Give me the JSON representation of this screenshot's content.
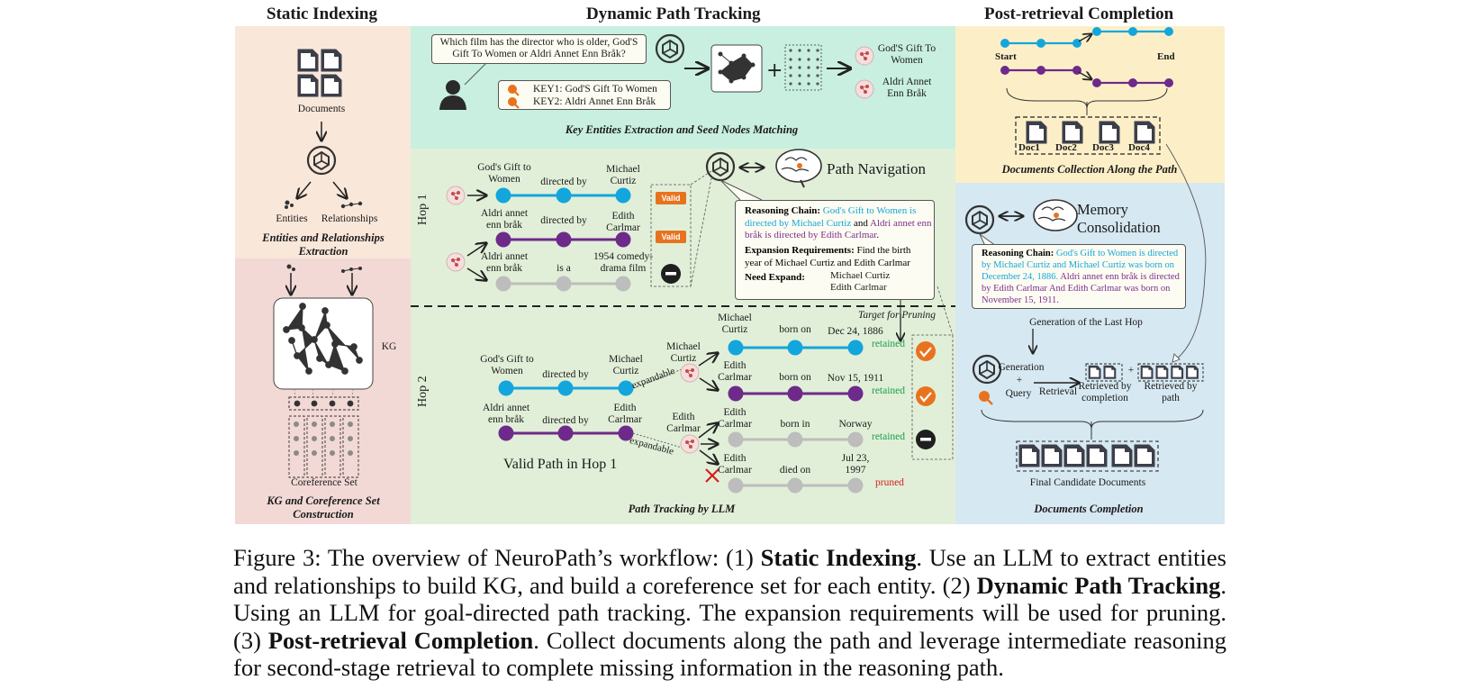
{
  "titles": {
    "static": "Static Indexing",
    "dynamic": "Dynamic Path Tracking",
    "post": "Post-retrieval Completion"
  },
  "static": {
    "documents": "Documents",
    "entities": "Entities",
    "relationships": "Relationships",
    "cap1": "Entities and Relationships Extraction",
    "kg": "KG",
    "coref": "Coreference Set",
    "cap2": "KG and Coreference Set Construction"
  },
  "dynamic": {
    "question": "Which film has the director who is older, God'S Gift To Women or Aldri Annet Enn Bråk?",
    "key1": "KEY1: God'S Gift To Women",
    "key2": "KEY2: Aldri Annet Enn Bråk",
    "seed1": "God'S Gift To Women",
    "seed2": "Aldri Annet Enn Bråk",
    "cap_top": "Key Entities Extraction and Seed Nodes Matching",
    "hop1": "Hop 1",
    "hop2": "Hop 2",
    "h1": {
      "r1": [
        "God's Gift to Women",
        "directed by",
        "Michael Curtiz"
      ],
      "r2": [
        "Aldri annet enn bråk",
        "directed by",
        "Edith Carlmar"
      ],
      "r3": [
        "Aldri annet enn bråk",
        "is a",
        "1954 comedy-drama film"
      ]
    },
    "valid": "Valid",
    "path_nav": "Path Navigation",
    "reasoning_label": "Reasoning Chain:",
    "reasoning_cyan": "God's Gift to Women is directed by Michael Curtiz",
    "reasoning_and": "and",
    "reasoning_purple": "Aldri annet enn bråk is directed by Edith Carlmar",
    "expansion_label": "Expansion Requirements:",
    "expansion_text": "Find the birth year of Michael Curtiz and Edith Carlmar",
    "need_expand_label": "Need Expand:",
    "need1": "Michael Curtiz",
    "need2": "Edith Carlmar",
    "target_pruning": "Target for Pruning",
    "h2": {
      "l1": [
        "God's Gift to Women",
        "directed by",
        "Michael Curtiz"
      ],
      "l2": [
        "Aldri annet enn bråk",
        "directed by",
        "Edith Carlmar"
      ],
      "expandable": "expandable",
      "valid_path": "Valid Path in Hop 1",
      "n1": "Michael Curtiz",
      "n2": "Edith Carlmar",
      "r1": [
        "Michael Curtiz",
        "born on",
        "Dec 24, 1886"
      ],
      "r2": [
        "Edith Carlmar",
        "born on",
        "Nov 15, 1911"
      ],
      "r3": [
        "Edith Carlmar",
        "born in",
        "Norway"
      ],
      "r4": [
        "Edith Carlmar",
        "died on",
        "Jul 23, 1997"
      ],
      "retained": "retained",
      "pruned": "pruned"
    },
    "cap_bottom": "Path Tracking by LLM"
  },
  "post": {
    "start": "Start",
    "end": "End",
    "docs": [
      "Doc1",
      "Doc2",
      "Doc3",
      "Doc4"
    ],
    "cap_top": "Documents Collection  Along the Path",
    "memory": "Memory Consolidation",
    "mem_label": "Reasoning Chain:",
    "mem_cyan": "God's Gift to Women is directed by Michael Curtiz and Michael Curtiz was born on December 24, 1886.",
    "mem_purple": "Aldri annet enn bråk is directed by Edith Carlmar And Edith Carlmar was born on November 15, 1911.",
    "gen_last": "Generation of the Last Hop",
    "generation": "Generation",
    "plus": "+",
    "query": "Query",
    "retrieval": "Retrieval",
    "ret_completion": "Retrieved by completion",
    "ret_path": "Retrieved by path",
    "final": "Final Candidate Documents",
    "cap_bottom": "Documents Completion"
  },
  "caption": {
    "p1": "Figure 3: The overview of NeuroPath’s workflow: (1) ",
    "b1": "Static Indexing",
    "p2": ". Use an LLM to extract entities and relationships to build KG, and build a coreference set for each entity. (2) ",
    "b2": "Dynamic Path Tracking",
    "p3": ". Using an LLM for goal-directed path tracking. The expansion requirements will be used for pruning. (3) ",
    "b3": "Post-retrieval Completion",
    "p4": ". Collect documents along the path and leverage intermediate reasoning for second-stage retrieval to complete missing information in the reasoning path."
  },
  "colors": {
    "cyan": "#13a6dc",
    "purple": "#6e2a8a",
    "gray": "#bdbdbd",
    "orange": "#e8731f"
  }
}
